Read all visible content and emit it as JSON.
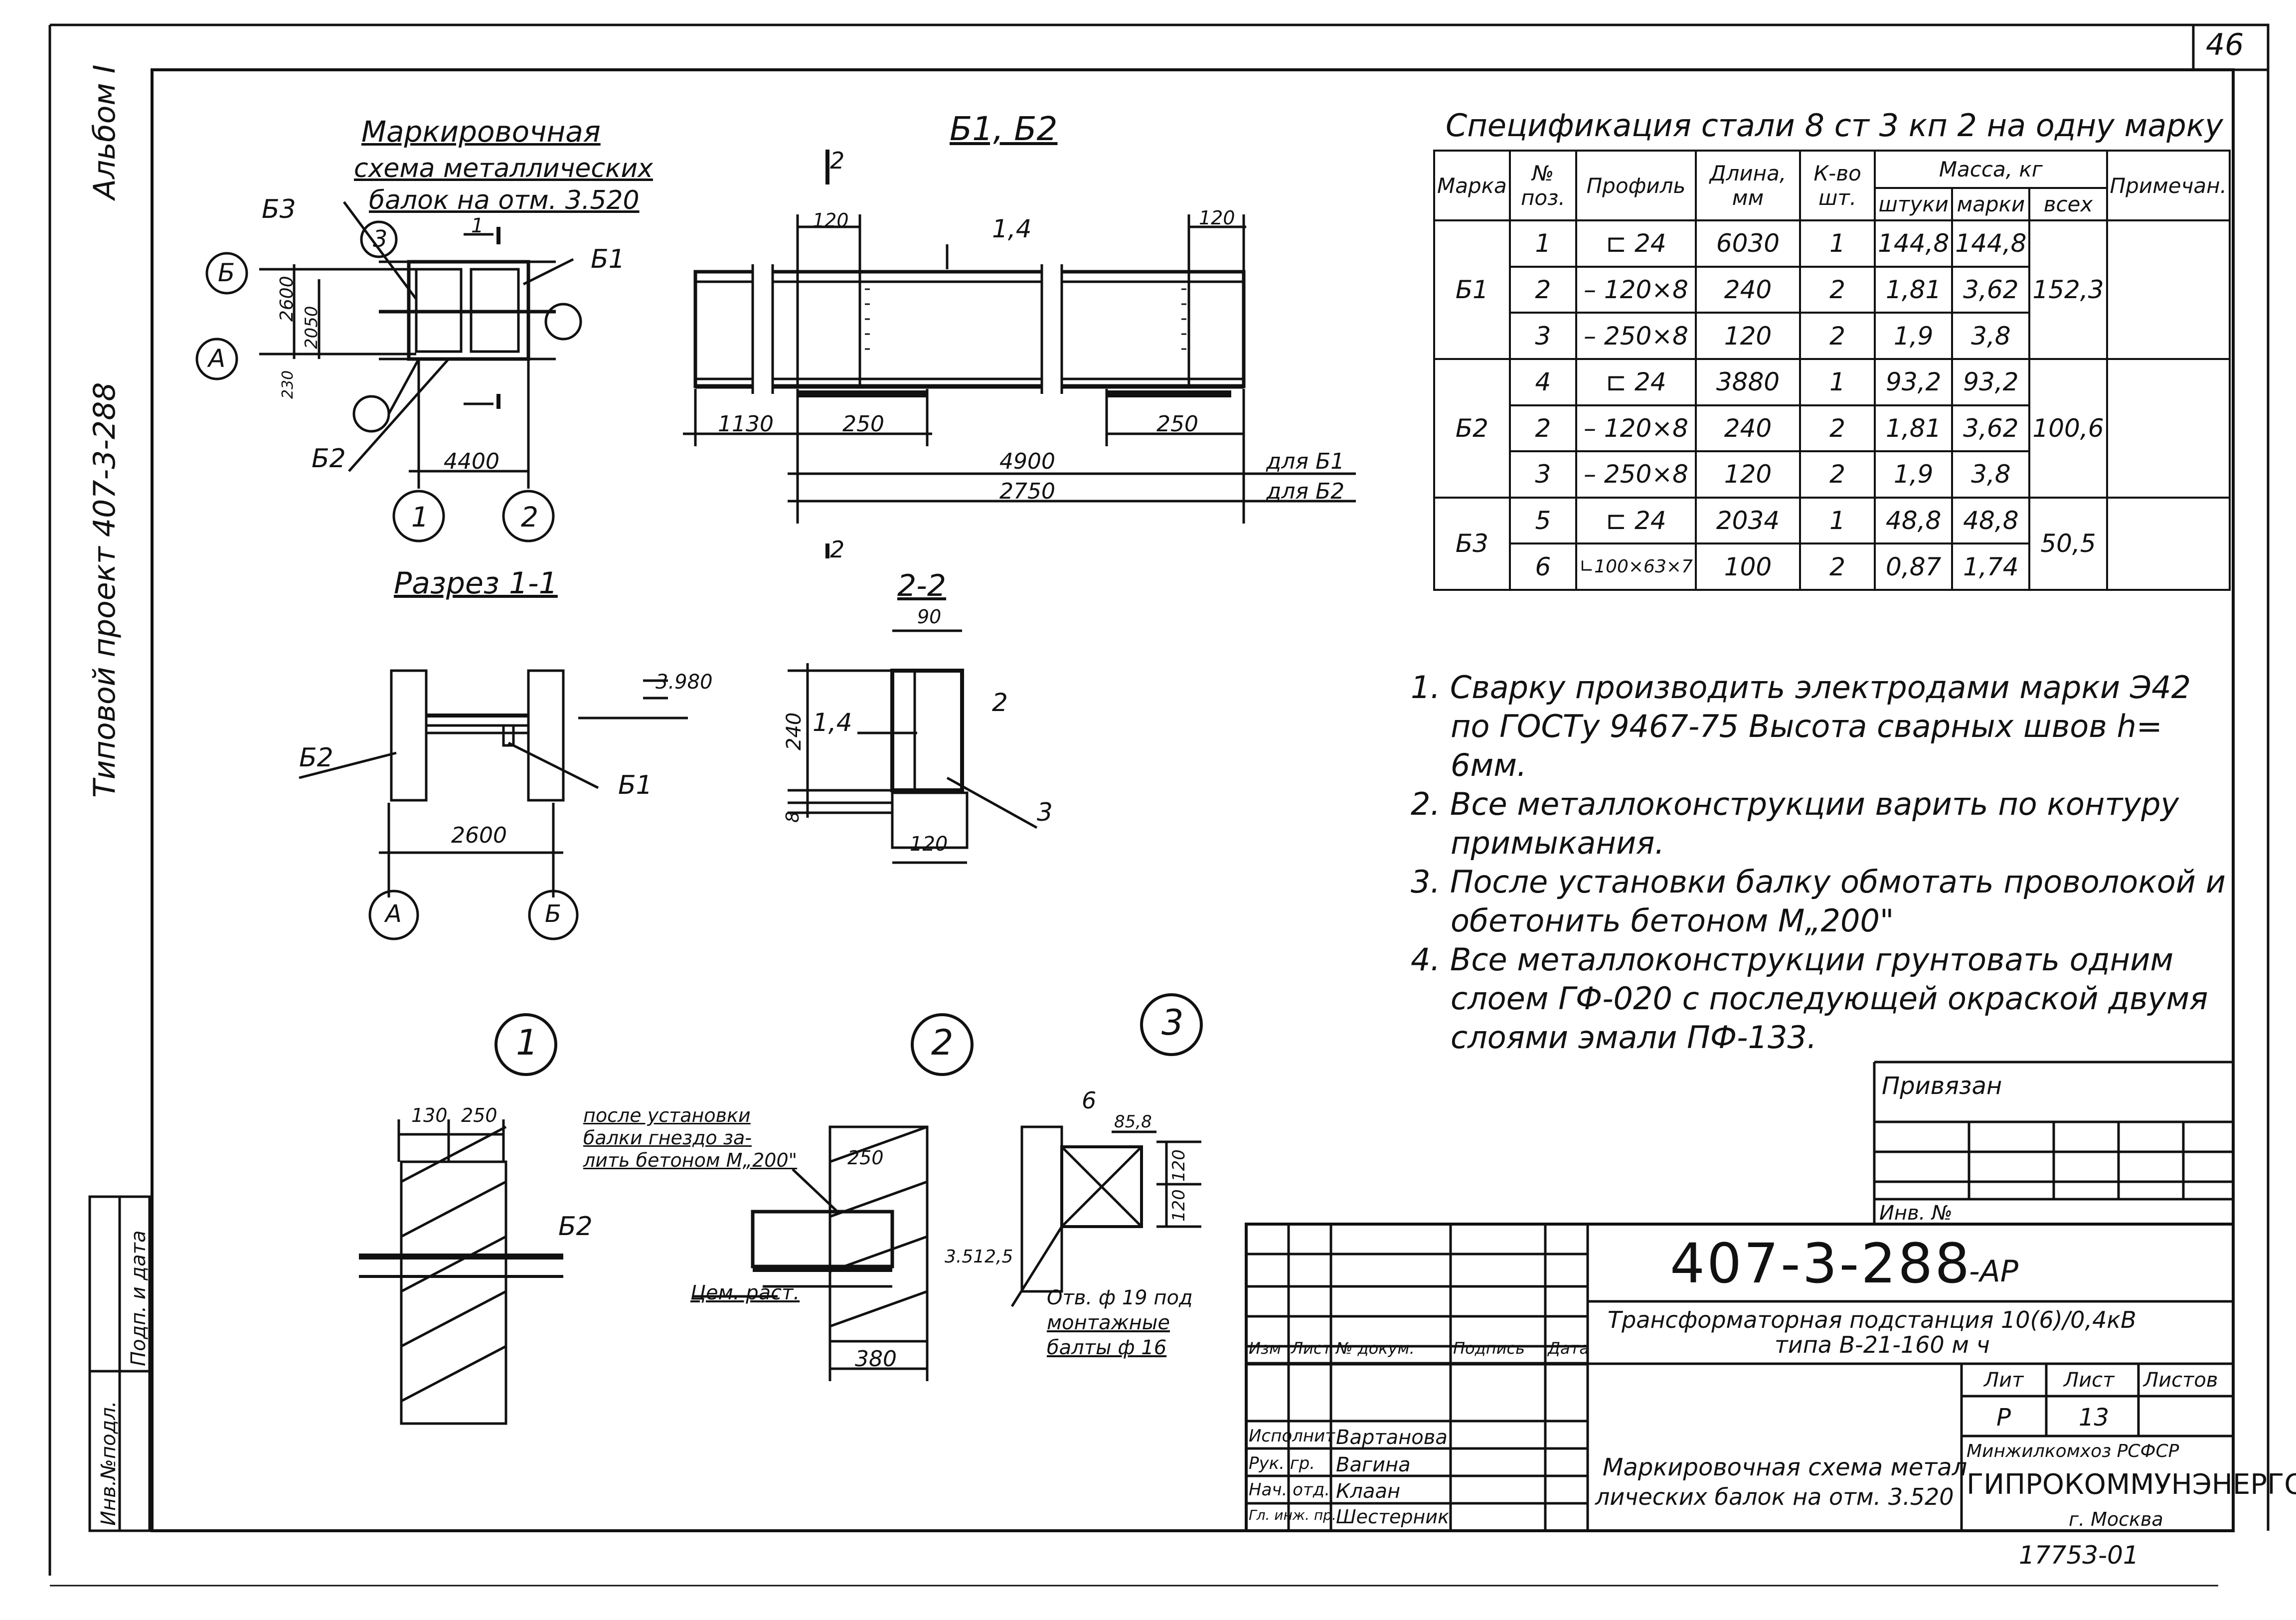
{
  "sheet_number": "46",
  "album_label": "Альбом I",
  "project_label": "Типовой проект 407-3-288",
  "side_inv_labels": [
    "Инв.№подл.",
    "Подп. и дата"
  ],
  "scheme": {
    "title_line1": "Маркировочная",
    "title_line2": "схема металлических",
    "title_line3": "балок на отм. 3.520",
    "labels": [
      "Б3",
      "Б1",
      "Б2",
      "Б",
      "А",
      "1",
      "2",
      "3"
    ],
    "dims": [
      "2600",
      "2050",
      "230",
      "4400"
    ],
    "section_mark": "1"
  },
  "beam_view": {
    "title": "Б1, Б2",
    "dims": [
      "120",
      "120",
      "1130",
      "250",
      "250",
      "4900",
      "2750"
    ],
    "pos_label": "1,4",
    "for_b1": "для Б1",
    "for_b2": "для Б2",
    "section_mark": "2"
  },
  "section11": {
    "title": "Разрез 1-1",
    "level": "3.980",
    "labels": [
      "Б2",
      "Б1"
    ],
    "dim": "2600",
    "axes": [
      "А",
      "Б"
    ]
  },
  "section22": {
    "title": "2-2",
    "dims": [
      "90",
      "240",
      "8",
      "120"
    ],
    "labels": [
      "1,4",
      "2",
      "3"
    ]
  },
  "detail1": {
    "num": "1",
    "dims": [
      "130",
      "250"
    ],
    "label": "Б2"
  },
  "detail2": {
    "num": "2",
    "note1": "после установки",
    "note2": "балки гнездо за-",
    "note3": "лить бетоном М„200\"",
    "dims": [
      "250",
      "380"
    ],
    "level": "3.512,5",
    "label": "Цем. раст."
  },
  "detail3": {
    "num": "3",
    "dims": [
      "6",
      "85,8",
      "120",
      "120"
    ],
    "note1": "Отв. ф 19 под",
    "note2": "монтажные",
    "note3": "балты ф 16"
  },
  "spec": {
    "title": "Спецификация стали 8 ст 3 кп 2 на одну марку",
    "headers": {
      "mark": "Марка",
      "pos": "№ поз.",
      "profile": "Профиль",
      "length": "Длина, мм",
      "qty": "К-во шт.",
      "mass": "Масса, кг",
      "mass_piece": "штуки",
      "mass_mark": "марки",
      "mass_all": "всех",
      "note": "Примечан."
    },
    "groups": [
      {
        "mark": "Б1",
        "total": "152,3",
        "rows": [
          {
            "pos": "1",
            "profile": "⊏ 24",
            "length": "6030",
            "qty": "1",
            "piece": "144,8",
            "mark": "144,8"
          },
          {
            "pos": "2",
            "profile": "– 120×8",
            "length": "240",
            "qty": "2",
            "piece": "1,81",
            "mark": "3,62"
          },
          {
            "pos": "3",
            "profile": "– 250×8",
            "length": "120",
            "qty": "2",
            "piece": "1,9",
            "mark": "3,8"
          }
        ]
      },
      {
        "mark": "Б2",
        "total": "100,6",
        "rows": [
          {
            "pos": "4",
            "profile": "⊏ 24",
            "length": "3880",
            "qty": "1",
            "piece": "93,2",
            "mark": "93,2"
          },
          {
            "pos": "2",
            "profile": "– 120×8",
            "length": "240",
            "qty": "2",
            "piece": "1,81",
            "mark": "3,62"
          },
          {
            "pos": "3",
            "profile": "– 250×8",
            "length": "120",
            "qty": "2",
            "piece": "1,9",
            "mark": "3,8"
          }
        ]
      },
      {
        "mark": "Б3",
        "total": "50,5",
        "rows": [
          {
            "pos": "5",
            "profile": "⊏ 24",
            "length": "2034",
            "qty": "1",
            "piece": "48,8",
            "mark": "48,8"
          },
          {
            "pos": "6",
            "profile": "∟100×63×7",
            "length": "100",
            "qty": "2",
            "piece": "0,87",
            "mark": "1,74"
          }
        ]
      }
    ]
  },
  "notes": [
    "1. Сварку производить электродами марки Э42 по ГОСТу 9467-75 Высота сварных швов h= 6мм.",
    "2. Все металлоконструкции варить по контуру примыкания.",
    "3. После установки балку обмотать проволокой и обетонить бетоном М„200\"",
    "4. Все металлоконструкции грунтовать одним слоем ГФ-020 с последующей окраской двумя слоями эмали ПФ-133."
  ],
  "stamp": {
    "privyazan": "Привязан",
    "inv_no": "Инв. №",
    "code": "407-3-288",
    "code_suffix": "-АР",
    "object_line1": "Трансформаторная подстанция 10(6)/0,4кВ",
    "object_line2": "типа В-21-160 м ч",
    "col_headers": [
      "Изм",
      "Лист",
      "№ докум.",
      "Подпись",
      "Дата"
    ],
    "roles": [
      "Исполнит",
      "Рук. гр.",
      "Нач. отд.",
      "Гл. инж. пр."
    ],
    "names": [
      "Вартанова",
      "Вагина",
      "Клаан",
      "Шестерник"
    ],
    "lit_header": "Лит",
    "sheet_header": "Лист",
    "sheets_header": "Листов",
    "lit": "Р",
    "sheet": "13",
    "sheet_title_line1": "Маркировочная схема метал",
    "sheet_title_line2": "лических балок на отм. 3.520",
    "ministry": "Минжилкомхоз РСФСР",
    "org": "ГИПРОКОММУНЭНЕРГО",
    "city": "г. Москва"
  },
  "order_number": "17753-01"
}
